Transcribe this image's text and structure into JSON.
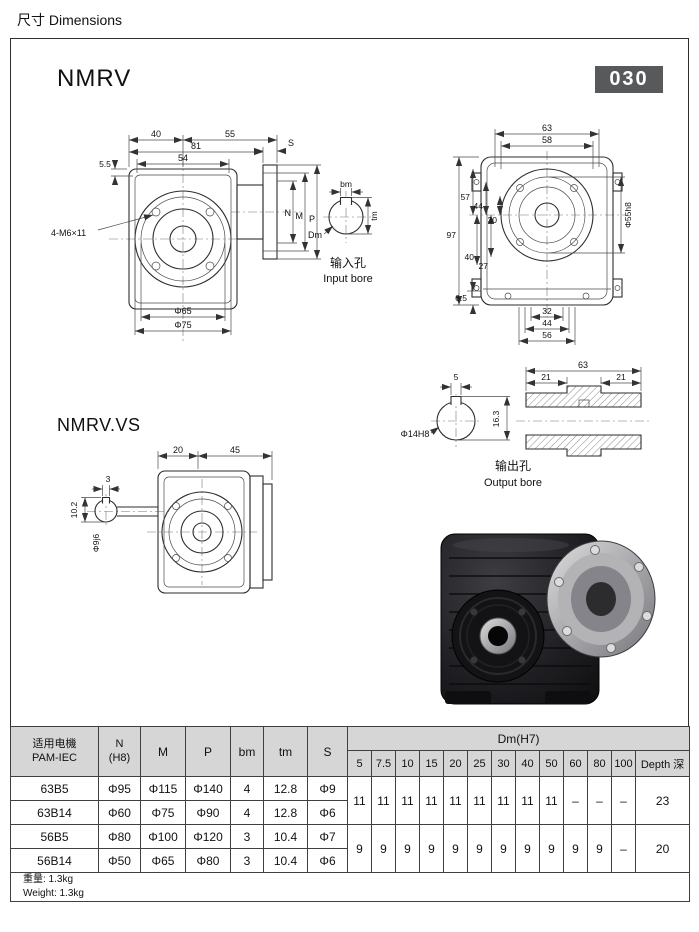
{
  "page": {
    "heading": "尺寸 Dimensions"
  },
  "panel": {
    "model": "NMRV",
    "badge": "030",
    "vs_model": "NMRV.VS"
  },
  "front_view": {
    "d40": "40",
    "d55": "55",
    "d81": "81",
    "d54": "54",
    "d5_5": "5.5",
    "s": "S",
    "n": "N",
    "m": "M",
    "p": "P",
    "bolt_note": "4-M6×11",
    "phi65": "Φ65",
    "phi75": "Φ75"
  },
  "input_bore": {
    "bm": "bm",
    "tm": "tm",
    "dm": "Dm",
    "label_cn": "输入孔",
    "label_en": "Input bore"
  },
  "face_view": {
    "d63": "63",
    "d58": "58",
    "d97": "97",
    "d57": "57",
    "d44": "44",
    "d30": "30",
    "d40": "40",
    "d27": "27",
    "d6_5": "6.5",
    "phi55": "Φ55h8",
    "b32": "32",
    "b44": "44",
    "b56": "56"
  },
  "vs_view": {
    "d20": "20",
    "d45": "45",
    "d3": "3",
    "d10_2": "10.2",
    "phi9": "Φ9j6"
  },
  "output_bore": {
    "d63": "63",
    "d21a": "21",
    "d21b": "21",
    "d5": "5",
    "phi14": "Φ14H8",
    "d16_3": "16.3",
    "label_cn": "输出孔",
    "label_en": "Output bore"
  },
  "table": {
    "h_pam1": "适用电機",
    "h_pam2": "PAM-IEC",
    "h_n1": "N",
    "h_n2": "(H8)",
    "h_m": "M",
    "h_p": "P",
    "h_bm": "bm",
    "h_tm": "tm",
    "h_s": "S",
    "h_dm": "Dm(H7)",
    "h_sizes": [
      "5",
      "7.5",
      "10",
      "15",
      "20",
      "25",
      "30",
      "40",
      "50",
      "60",
      "80",
      "100"
    ],
    "h_depth": "Depth 深",
    "rows": [
      {
        "pam": "63B5",
        "n": "Φ95",
        "m": "Φ115",
        "p": "Φ140",
        "bm": "4",
        "tm": "12.8",
        "s": "Φ9"
      },
      {
        "pam": "63B14",
        "n": "Φ60",
        "m": "Φ75",
        "p": "Φ90",
        "bm": "4",
        "tm": "12.8",
        "s": "Φ6"
      },
      {
        "pam": "56B5",
        "n": "Φ80",
        "m": "Φ100",
        "p": "Φ120",
        "bm": "3",
        "tm": "10.4",
        "s": "Φ7"
      },
      {
        "pam": "56B14",
        "n": "Φ50",
        "m": "Φ65",
        "p": "Φ80",
        "bm": "3",
        "tm": "10.4",
        "s": "Φ6"
      }
    ],
    "dm_groups": [
      {
        "values": [
          "11",
          "11",
          "11",
          "11",
          "11",
          "11",
          "11",
          "11",
          "11",
          "–",
          "–",
          "–"
        ],
        "depth": "23"
      },
      {
        "values": [
          "9",
          "9",
          "9",
          "9",
          "9",
          "9",
          "9",
          "9",
          "9",
          "9",
          "9",
          "–"
        ],
        "depth": "20"
      }
    ],
    "weight_cn": "重量: 1.3kg",
    "weight_en": "Weight: 1.3kg"
  }
}
